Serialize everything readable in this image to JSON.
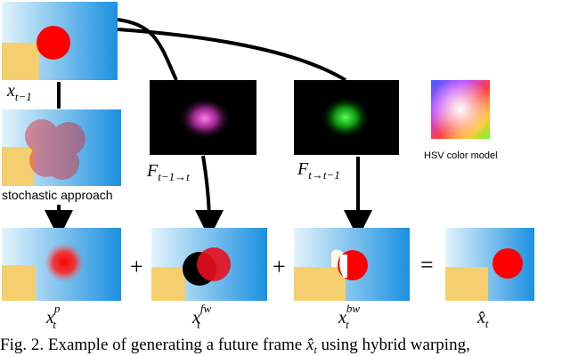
{
  "labels": {
    "x_prev": "x",
    "x_prev_sub": "t−1",
    "stochastic": "stochastic approach",
    "flow_fw": "F",
    "flow_fw_sub": "t−1→t",
    "flow_bw": "F",
    "flow_bw_sub": "t→t−1",
    "hsv": "HSV color model",
    "xp": "x",
    "xp_sub": "t",
    "xp_sup": "p",
    "xfw": "x",
    "xfw_sub": "t",
    "xfw_sup": "fw",
    "xbw": "x",
    "xbw_sub": "t",
    "xbw_sup": "bw",
    "xhat": "x̂",
    "xhat_sub": "t",
    "plus1": "+",
    "plus2": "+",
    "equals": "="
  },
  "caption": {
    "prefix": "Fig. 2. Example of generating a future frame ",
    "math": "x̂",
    "math_sub": "t",
    "suffix": " using hybrid warping,"
  },
  "colors": {
    "blue_light": "#e0f2fb",
    "blue_dark": "#1a8fe0",
    "yellow": "#f5cf6e",
    "red": "#ff0000",
    "magenta": "#e040c8",
    "green": "#20d020"
  }
}
